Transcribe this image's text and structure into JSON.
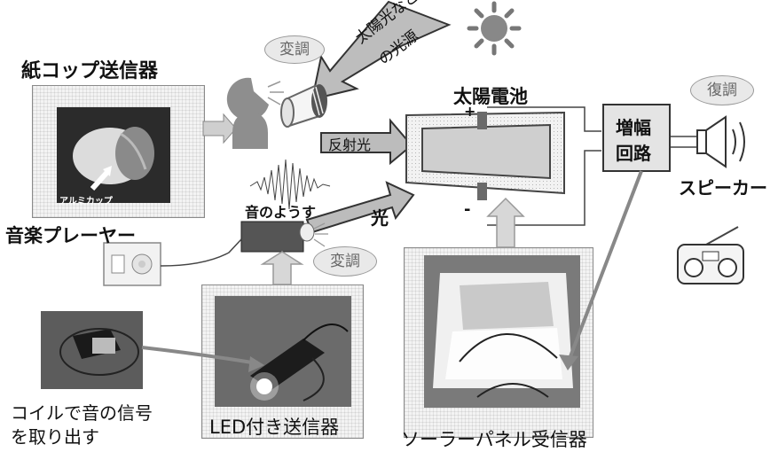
{
  "labels": {
    "paper_cup_transmitter": "紙コップ送信器",
    "aluminum_cup": "アルミカップ",
    "modulation_1": "変調",
    "modulation_2": "変調",
    "demodulation": "復調",
    "sunlight_source_line1": "太陽光など",
    "sunlight_source_line2": "の光源",
    "reflected_light": "反射光",
    "light": "光",
    "solar_cell": "太陽電池",
    "plus": "+",
    "minus": "-",
    "amplifier_line1": "増幅",
    "amplifier_line2": "回路",
    "speaker": "スピーカー",
    "sound_wave": "音のようす",
    "music_player": "音楽プレーヤー",
    "coil_line1": "コイルで音の信号",
    "coil_line2": "を取り出す",
    "led_transmitter": "LED付き送信器",
    "solar_panel_receiver": "ソーラーパネル受信器"
  },
  "icons": [
    "sun-icon",
    "speaker-icon",
    "radio-icon",
    "face-icon",
    "cup-icon",
    "music-player-icon",
    "led-transmitter-icon",
    "waveform-icon"
  ]
}
